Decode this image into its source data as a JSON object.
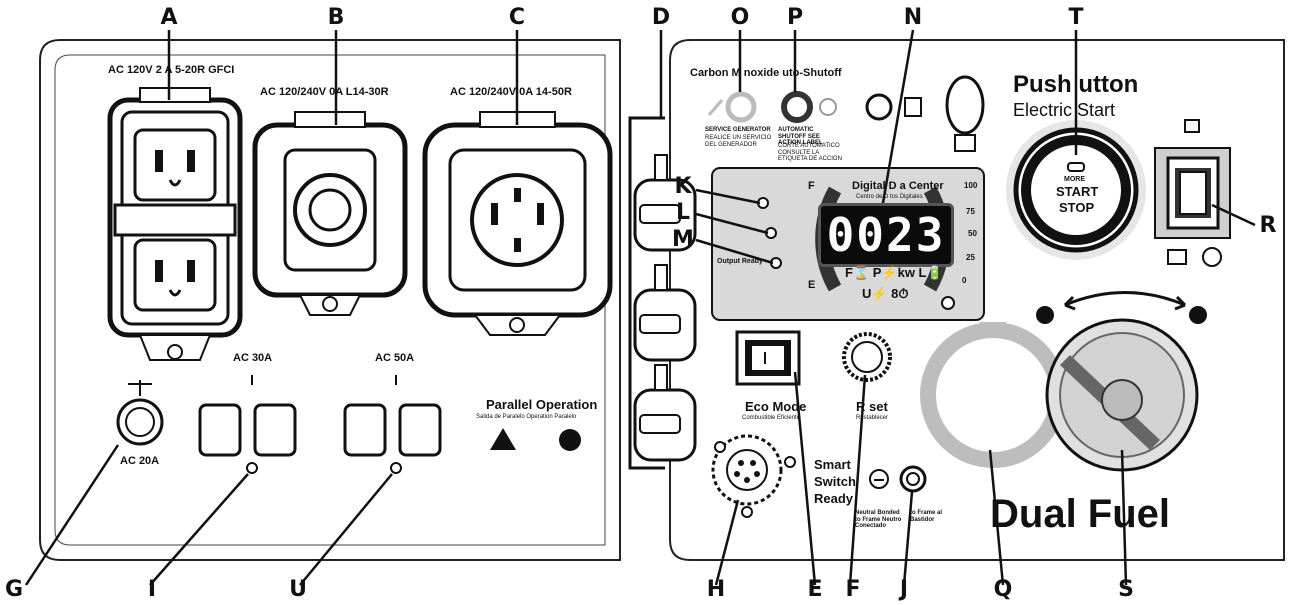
{
  "callouts": {
    "A": "A",
    "B": "B",
    "C": "C",
    "D": "D",
    "O": "O",
    "P": "P",
    "N": "N",
    "T": "T",
    "K": "K",
    "L": "L",
    "M": "M",
    "R": "R",
    "G": "G",
    "I": "I",
    "U": "U",
    "H": "H",
    "E": "E",
    "F": "F",
    "J": "J",
    "Q": "Q",
    "S": "S"
  },
  "outlets": {
    "a_label": "AC 120V 2 A 5-20R GFCI",
    "b_label": "AC 120/240V 0A L14-30R",
    "c_label": "AC 120/240V 0A 14-50R"
  },
  "breakers": {
    "ac30": "AC 30A",
    "ac50": "AC 50A",
    "ac20": "AC 20A"
  },
  "parallel": {
    "title": "Parallel Operation",
    "subtitle": "Salida de Paralelo Operation Paralelo"
  },
  "co_shutoff": {
    "title": "Carbon M noxide uto-Shutoff",
    "service_label": "SERVICE GENERATOR",
    "service_sub": "REALICE UN SERVICIO DEL GENERADOR",
    "auto_label": "AUTOMATIC SHUTOFF SEE ACTION LABEL",
    "auto_sub": "CORTE AUTOMATICO CONSULTE LA ETIQUETA DE ACCION"
  },
  "data_center": {
    "title": "Digital D a Center",
    "subtitle": "Centro de D tos Digitales",
    "display": "0023",
    "fuel_f": "F",
    "fuel_e": "E",
    "pct_100": "100",
    "pct_75": "75",
    "pct_50": "50",
    "pct_25": "25",
    "pct_0": "0",
    "k_text": "",
    "m_text": "Output Ready",
    "bottom_row1": "F⌛  P⚡kw  L🔋",
    "bottom_row2": "U⚡  8⏱"
  },
  "start": {
    "title1": "Push utton",
    "title2": "Electric Start",
    "btn_more": "MORE",
    "btn_start": "START",
    "btn_stop": "STOP"
  },
  "eco": {
    "label": "Eco Mode",
    "sub": "Combustible Eficiente"
  },
  "reset": {
    "label": "R set",
    "sub": "Restablecer"
  },
  "smart": {
    "line1": "Smart",
    "line2": "Switch",
    "line3": "Ready"
  },
  "ground": {
    "left": "Neutral Bonded to Frame Neutro Conectado",
    "right": "to Frame al Bastidor"
  },
  "dual_fuel": "Dual Fuel",
  "colors": {
    "line": "#111111",
    "panel": "#ffffff",
    "lcd": "#0b0b0b",
    "gray_ring": "#bdbdbd",
    "data_bg": "#d9d9d9"
  }
}
